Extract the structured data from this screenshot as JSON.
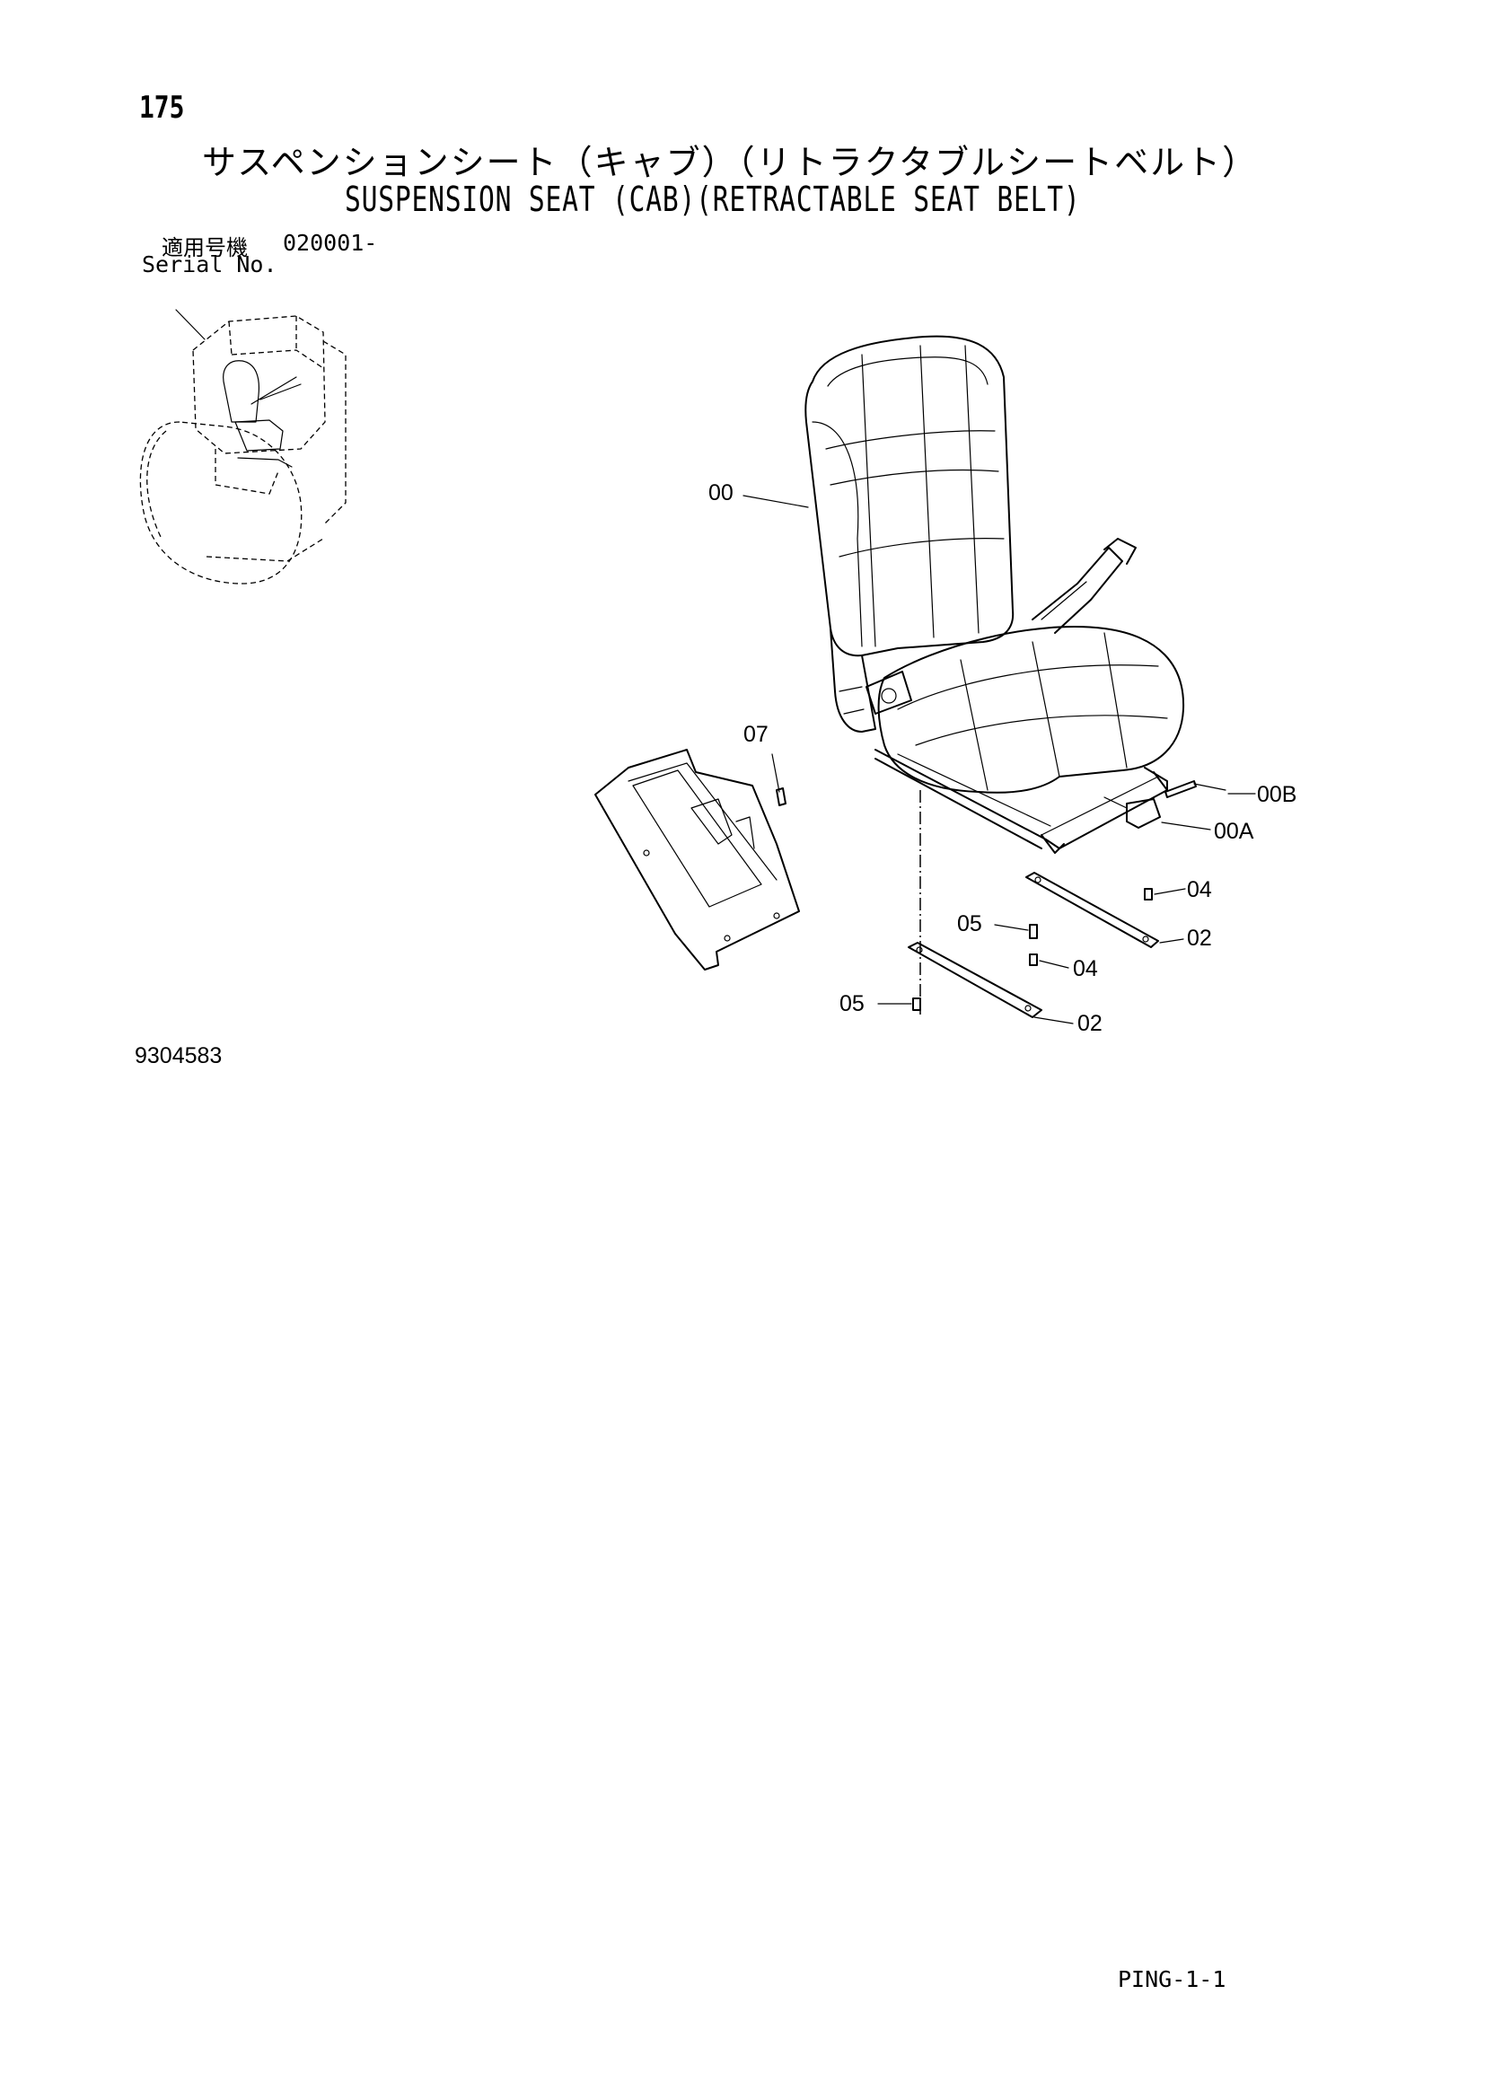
{
  "header": {
    "page_number": "175",
    "title_jp": "サスペンションシート（キャブ）（リトラクタブルシートベルト）",
    "title_en": "SUSPENSION SEAT (CAB)(RETRACTABLE SEAT BELT)"
  },
  "serial": {
    "label_jp": "適用号機",
    "code": "020001-",
    "label_en": "Serial No."
  },
  "callouts": {
    "c00": "00",
    "c07": "07",
    "c00b": "00B",
    "c00a": "00A",
    "c04a": "04",
    "c05a": "05",
    "c02a": "02",
    "c04b": "04",
    "c05b": "05",
    "c02b": "02"
  },
  "footer": {
    "document_number": "9304583",
    "page_code": "PING-1-1"
  }
}
